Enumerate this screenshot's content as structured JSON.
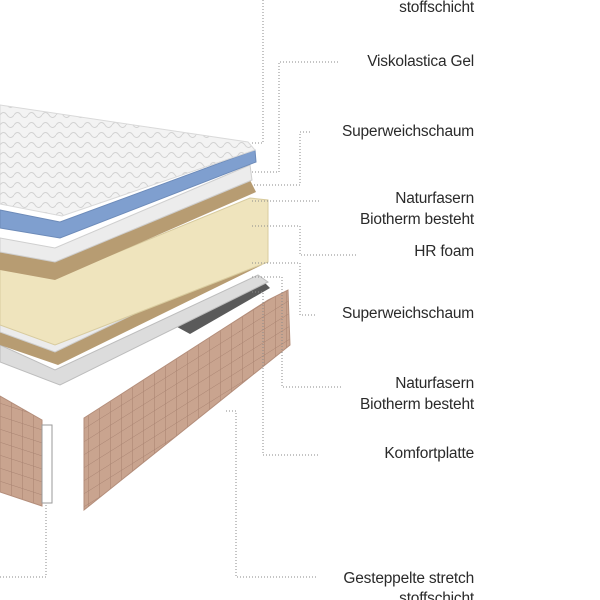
{
  "labels": {
    "top_cover_tail": "stoffschicht",
    "gel": "Viskolastica Gel",
    "softfoam_1": "Superweichschaum",
    "natural_1_line1": "Naturfasern",
    "natural_1_line2": "Biotherm besteht",
    "hr_foam": "HR foam",
    "softfoam_2": "Superweichschaum",
    "natural_2_line1": "Naturfasern",
    "natural_2_line2": "Biotherm besteht",
    "comfort_plate": "Komfortplatte",
    "bottom_cover_line1": "Gesteppelte stretch",
    "bottom_cover_line2": "stoffschicht"
  },
  "colors": {
    "quilt_top": "#f2f2f2",
    "gel": "#7f9fcf",
    "natural_fiber": "#b79c72",
    "soft_foam": "#e9e9e9",
    "hr_foam": "#efe4bd",
    "border_fabric": "#c9a48f",
    "base_panel": "#5a5a5a",
    "leader": "#8a8a8a",
    "text": "#2a2a2a"
  }
}
